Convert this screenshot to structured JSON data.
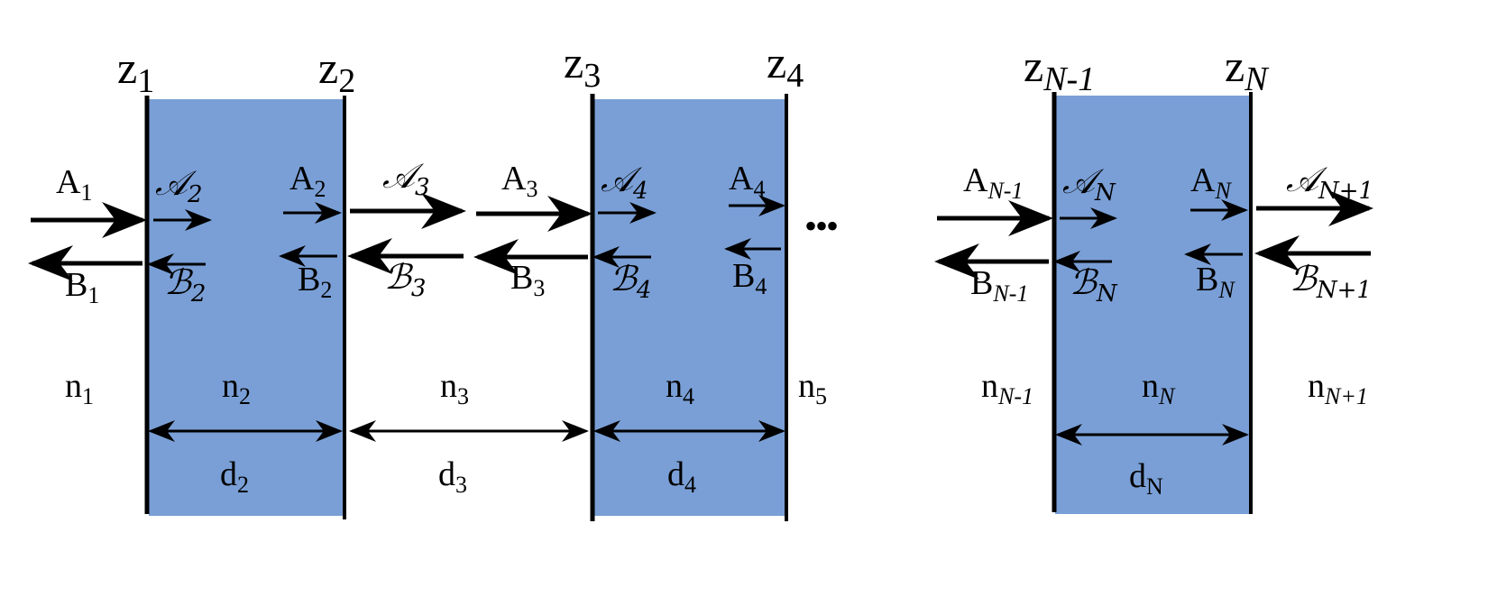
{
  "slab_color": "#7a9fd6",
  "line_color": "#000000",
  "boundaries": [
    {
      "base": "z",
      "sub": "1"
    },
    {
      "base": "z",
      "sub": "2"
    },
    {
      "base": "z",
      "sub": "3"
    },
    {
      "base": "z",
      "sub": "4"
    },
    {
      "base": "z",
      "sub": "N-1"
    },
    {
      "base": "z",
      "sub": "N"
    }
  ],
  "media": [
    {
      "base": "n",
      "sub": "1"
    },
    {
      "base": "n",
      "sub": "2"
    },
    {
      "base": "n",
      "sub": "3"
    },
    {
      "base": "n",
      "sub": "4"
    },
    {
      "base": "n",
      "sub": "5"
    },
    {
      "base": "n",
      "sub": "N-1"
    },
    {
      "base": "n",
      "sub": "N"
    },
    {
      "base": "n",
      "sub": "N+1"
    }
  ],
  "thicknesses": [
    {
      "base": "d",
      "sub": "2"
    },
    {
      "base": "d",
      "sub": "3"
    },
    {
      "base": "d",
      "sub": "4"
    },
    {
      "base": "d",
      "sub": "N"
    }
  ],
  "amplitudes": {
    "A1": {
      "base": "A",
      "sub": "1"
    },
    "B1": {
      "base": "B",
      "sub": "1"
    },
    "cA2": {
      "base": "𝒜",
      "sub": "2"
    },
    "cB2": {
      "base": "ℬ",
      "sub": "2"
    },
    "A2": {
      "base": "A",
      "sub": "2"
    },
    "B2": {
      "base": "B",
      "sub": "2"
    },
    "cA3": {
      "base": "𝒜",
      "sub": "3"
    },
    "cB3": {
      "base": "ℬ",
      "sub": "3"
    },
    "A3": {
      "base": "A",
      "sub": "3"
    },
    "B3": {
      "base": "B",
      "sub": "3"
    },
    "cA4": {
      "base": "𝒜",
      "sub": "4"
    },
    "cB4": {
      "base": "ℬ",
      "sub": "4"
    },
    "A4": {
      "base": "A",
      "sub": "4"
    },
    "B4": {
      "base": "B",
      "sub": "4"
    },
    "AN1": {
      "base": "A",
      "sub": "N-1"
    },
    "BN1": {
      "base": "B",
      "sub": "N-1"
    },
    "cAN": {
      "base": "𝒜",
      "sub": "N"
    },
    "cBN": {
      "base": "ℬ",
      "sub": "N"
    },
    "AN": {
      "base": "A",
      "sub": "N"
    },
    "BN": {
      "base": "B",
      "sub": "N"
    },
    "cAN1": {
      "base": "𝒜",
      "sub": "N+1"
    },
    "cBN1": {
      "base": "ℬ",
      "sub": "N+1"
    }
  },
  "ellipsis": "•••"
}
